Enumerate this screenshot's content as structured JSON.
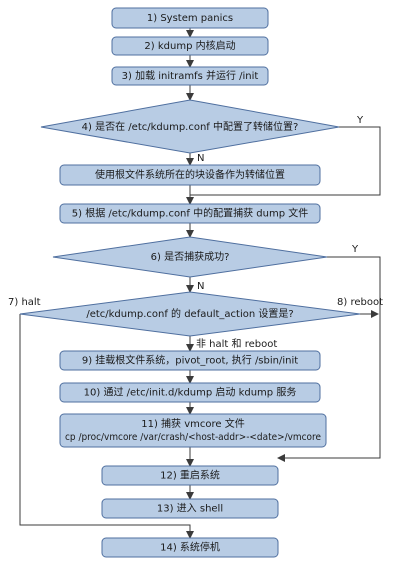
{
  "steps": {
    "s1": "1) System panics",
    "s2": "2) kdump 内核启动",
    "s3": "3) 加载 initramfs 并运行 /init",
    "s4": "4) 是否在 /etc/kdump.conf 中配置了转储位置?",
    "s4b": "使用根文件系统所在的块设备作为转储位置",
    "s5": "5) 根据 /etc/kdump.conf 中的配置捕获 dump 文件",
    "s6": "6) 是否捕获成功?",
    "s7": "/etc/kdump.conf 的 default_action 设置是?",
    "s9": "9) 挂载根文件系统，pivot_root, 执行 /sbin/init",
    "s10": "10) 通过 /etc/init.d/kdump 启动 kdump 服务",
    "s11_line1": "11) 捕获 vmcore 文件",
    "s11_line2": "cp /proc/vmcore /var/crash/<host-addr>-<date>/vmcore",
    "s12": "12) 重启系统",
    "s13": "13) 进入 shell",
    "s14": "14) 系统停机"
  },
  "labels": {
    "y1": "Y",
    "n1": "N",
    "y2": "Y",
    "n2": "N",
    "halt": "7) halt",
    "reboot": "8) reboot",
    "not_halt_reboot": "非 halt 和 reboot"
  },
  "colors": {
    "node_fill": "#b8cce4",
    "node_stroke": "#4f6f9f",
    "line": "#3b3b3b"
  }
}
